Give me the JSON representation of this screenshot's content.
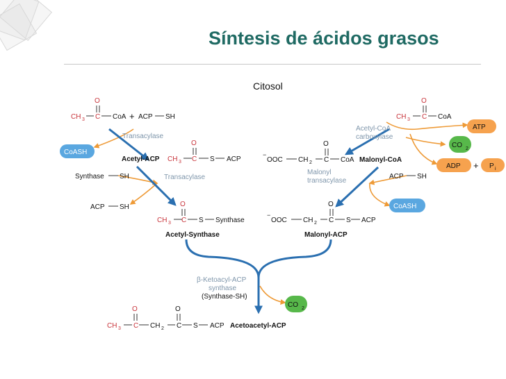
{
  "title": "Síntesis de ácidos grasos",
  "subtitle": "Citosol",
  "colors": {
    "title": "#1f6a63",
    "carbon": "#c8343b",
    "enzyme_text": "#7f96ab",
    "blue_arrow": "#2a6fb0",
    "orange_arrow": "#ee9a36",
    "blue_pill": "#5aa7e0",
    "orange_pill": "#f6a24e",
    "green_pill": "#57b84a"
  },
  "labels": {
    "O": "O",
    "CH3": "CH",
    "CH2": "CH",
    "sub3": "3",
    "sub2": "2",
    "C": "C",
    "S": "S",
    "CoA": "CoA",
    "ACP": "ACP",
    "SH": "SH",
    "plus": "+",
    "Synthase": "Synthase",
    "OOC": "OOC",
    "minus": "−",
    "CoASH": "CoASH",
    "ATP": "ATP",
    "ADP": "ADP",
    "Pi": "P",
    "sub_i": "i",
    "CO": "CO"
  },
  "enzymes": {
    "transacylase": "Transacylase",
    "acetyl_coa_carboxylase_1": "Acetyl-CoA",
    "acetyl_coa_carboxylase_2": "carboxylase",
    "malonyl_transacylase_1": "Malonyl",
    "malonyl_transacylase_2": "transacylase",
    "ketoacyl_1": "β-Ketoacyl-ACP",
    "ketoacyl_2": "synthase",
    "ketoacyl_3": "(Synthase-SH)"
  },
  "products": {
    "acetyl_acp": "Acetyl-ACP",
    "malonyl_coa": "Malonyl-CoA",
    "acetyl_synthase": "Acetyl-Synthase",
    "malonyl_acp": "Malonyl-ACP",
    "acetoacetyl_acp": "Acetoacetyl-ACP"
  }
}
